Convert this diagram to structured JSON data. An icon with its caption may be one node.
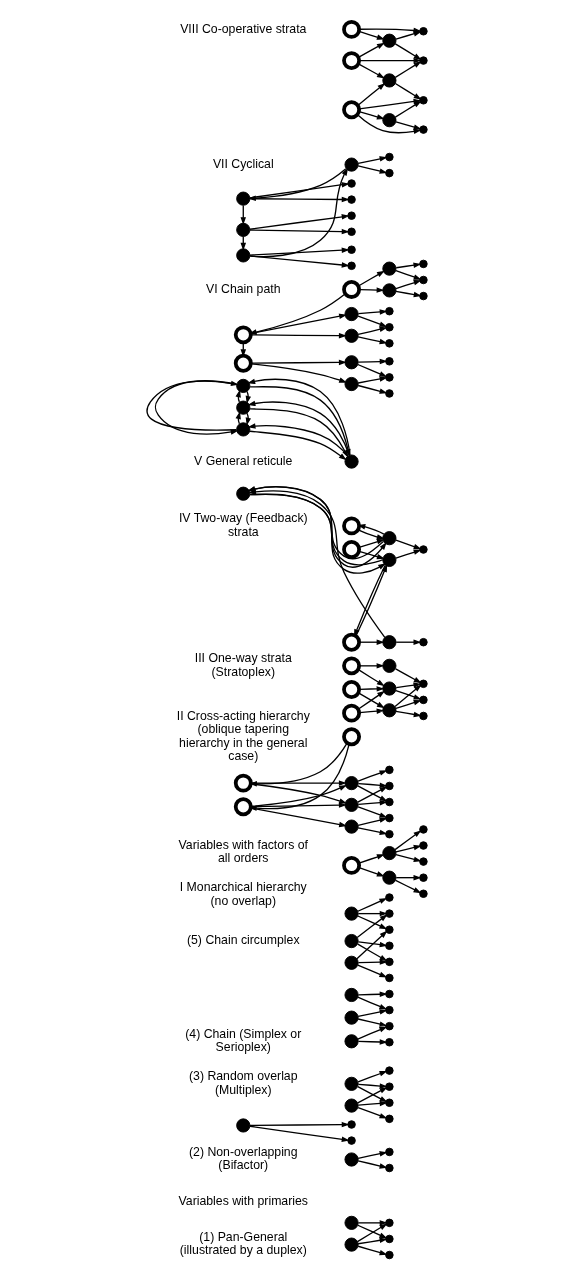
{
  "diagram": {
    "nodes": [
      {
        "text": [],
        "shape": "circle"
      },
      {
        "text": [],
        "shape": "circle"
      },
      {
        "text": [],
        "shape": "circle"
      },
      {
        "text": [],
        "shape": "circle"
      },
      {
        "text": [],
        "shape": "circle"
      },
      {
        "text": [],
        "shape": "circle"
      },
      {
        "text": [],
        "shape": "circle"
      },
      {
        "text": [],
        "shape": "circle"
      },
      {
        "text": [],
        "shape": "circle"
      },
      {
        "text": [],
        "shape": "circle"
      },
      {
        "text": [],
        "shape": "circle"
      },
      {
        "text": [],
        "shape": "circle"
      },
      {
        "text": [],
        "shape": "circle"
      },
      {
        "text": [],
        "shape": "circle"
      },
      {
        "text": [],
        "shape": "circle"
      },
      {
        "text": [],
        "shape": "circle"
      },
      {
        "text": [],
        "shape": "circle"
      },
      {
        "text": [],
        "shape": "circle"
      },
      {
        "text": [],
        "shape": "circle"
      },
      {
        "text": [],
        "shape": "circle"
      },
      {
        "text": [],
        "shape": "circle"
      },
      {
        "text": [],
        "shape": "circle"
      },
      {
        "text": [],
        "shape": "circle"
      },
      {
        "text": [],
        "shape": "circle"
      },
      {
        "text": [],
        "shape": "circle"
      },
      {
        "text": [],
        "shape": "circle"
      },
      {
        "text": [],
        "shape": "circle"
      },
      {
        "text": [],
        "shape": "circle"
      },
      {
        "text": [],
        "shape": "circle"
      },
      {
        "text": [],
        "shape": "circle"
      },
      {
        "text": [],
        "shape": "circle"
      },
      {
        "text": [],
        "shape": "circle"
      },
      {
        "text": [],
        "shape": "circle"
      },
      {
        "text": [],
        "shape": "ring"
      },
      {
        "text": [],
        "shape": "circle"
      },
      {
        "text": [],
        "shape": "circle"
      },
      {
        "text": [],
        "shape": "circle"
      },
      {
        "text": [],
        "shape": "circle"
      },
      {
        "text": [],
        "shape": "circle"
      },
      {
        "text": [],
        "shape": "circle"
      },
      {
        "text": [],
        "shape": "circle"
      },
      {
        "text": [],
        "shape": "ring"
      },
      {
        "text": [],
        "shape": "ring"
      },
      {
        "text": [],
        "shape": "ring"
      },
      {
        "text": [],
        "shape": "circle"
      },
      {
        "text": [],
        "shape": "circle"
      },
      {
        "text": [],
        "shape": "circle"
      },
      {
        "text": [],
        "shape": "circle"
      },
      {
        "text": [],
        "shape": "circle"
      },
      {
        "text": [],
        "shape": "circle"
      },
      {
        "text": [],
        "shape": "circle"
      },
      {
        "text": [],
        "shape": "circle"
      },
      {
        "text": [],
        "shape": "ring"
      },
      {
        "text": [],
        "shape": "ring"
      },
      {
        "text": [],
        "shape": "ring"
      },
      {
        "text": [],
        "shape": "circle"
      },
      {
        "text": [],
        "shape": "circle"
      },
      {
        "text": [],
        "shape": "circle"
      },
      {
        "text": [],
        "shape": "circle"
      },
      {
        "text": [],
        "shape": "circle"
      },
      {
        "text": [],
        "shape": "circle"
      },
      {
        "text": [],
        "shape": "ring"
      },
      {
        "text": [],
        "shape": "ring"
      },
      {
        "text": [],
        "shape": "ring"
      },
      {
        "text": [],
        "shape": "circle"
      },
      {
        "text": [],
        "shape": "circle"
      },
      {
        "text": [],
        "shape": "circle"
      },
      {
        "text": [],
        "shape": "circle"
      },
      {
        "text": [],
        "shape": "circle"
      },
      {
        "text": [],
        "shape": "circle"
      },
      {
        "text": [],
        "shape": "circle"
      },
      {
        "text": [],
        "shape": "circle"
      },
      {
        "text": [],
        "shape": "circle"
      },
      {
        "text": [],
        "shape": "circle"
      },
      {
        "text": [],
        "shape": "ring"
      },
      {
        "text": [],
        "shape": "ring"
      },
      {
        "text": [],
        "shape": "ring"
      },
      {
        "text": [],
        "shape": "circle"
      },
      {
        "text": [],
        "shape": "circle"
      },
      {
        "text": [],
        "shape": "circle"
      },
      {
        "text": [],
        "shape": "circle"
      },
      {
        "text": [],
        "shape": "circle"
      },
      {
        "text": [],
        "shape": "circle"
      },
      {
        "text": [],
        "shape": "circle"
      },
      {
        "text": [],
        "shape": "circle"
      },
      {
        "text": [],
        "shape": "circle"
      },
      {
        "text": [],
        "shape": "circle"
      },
      {
        "text": [],
        "shape": "circle"
      },
      {
        "text": [],
        "shape": "circle"
      },
      {
        "text": [],
        "shape": "circle"
      },
      {
        "text": [],
        "shape": "circle"
      },
      {
        "text": [],
        "shape": "circle"
      },
      {
        "text": [],
        "shape": "circle"
      },
      {
        "text": [],
        "shape": "circle"
      },
      {
        "text": [],
        "shape": "circle"
      },
      {
        "text": [],
        "shape": "circle"
      },
      {
        "text": [],
        "shape": "circle"
      },
      {
        "text": [],
        "shape": "circle"
      },
      {
        "text": [],
        "shape": "circle"
      },
      {
        "text": [],
        "shape": "circle"
      },
      {
        "text": [],
        "shape": "circle"
      },
      {
        "text": [],
        "shape": "circle"
      },
      {
        "text": [],
        "shape": "circle"
      },
      {
        "text": [],
        "shape": "circle"
      },
      {
        "text": [],
        "shape": "ring"
      },
      {
        "text": [],
        "shape": "ring"
      },
      {
        "text": [],
        "shape": "ring"
      },
      {
        "text": [],
        "shape": "circle"
      },
      {
        "text": [],
        "shape": "circle"
      },
      {
        "text": [],
        "shape": "circle"
      },
      {
        "text": [],
        "shape": "circle"
      },
      {
        "text": [],
        "shape": "circle"
      },
      {
        "text": [],
        "shape": "circle"
      },
      {
        "text": [],
        "shape": "circle"
      }
    ],
    "edges": [
      {
        "from": 0,
        "to": 2,
        "arrow": "to"
      },
      {
        "from": 0,
        "to": 3,
        "arrow": "to"
      },
      {
        "from": 1,
        "to": 2,
        "arrow": "to"
      },
      {
        "from": 1,
        "to": 3,
        "arrow": "to"
      },
      {
        "from": 1,
        "to": 4,
        "arrow": "to"
      },
      {
        "from": 5,
        "to": 7,
        "arrow": "to"
      },
      {
        "from": 5,
        "to": 8,
        "arrow": "to"
      },
      {
        "from": 6,
        "to": 9,
        "arrow": "to"
      },
      {
        "from": 6,
        "to": 10,
        "arrow": "to"
      },
      {
        "from": 11,
        "to": 13,
        "arrow": "to"
      },
      {
        "from": 11,
        "to": 14,
        "arrow": "to"
      },
      {
        "from": 11,
        "to": 15,
        "arrow": "to"
      },
      {
        "from": 12,
        "to": 14,
        "arrow": "to"
      },
      {
        "from": 12,
        "to": 15,
        "arrow": "to"
      },
      {
        "from": 12,
        "to": 16,
        "arrow": "to"
      },
      {
        "from": 17,
        "to": 20,
        "arrow": "to"
      },
      {
        "from": 17,
        "to": 21,
        "arrow": "to"
      },
      {
        "from": 18,
        "to": 21,
        "arrow": "to"
      },
      {
        "from": 18,
        "to": 22,
        "arrow": "to"
      },
      {
        "from": 19,
        "to": 22,
        "arrow": "to"
      },
      {
        "from": 19,
        "to": 23,
        "arrow": "to"
      },
      {
        "from": 24,
        "to": 28,
        "arrow": "to"
      },
      {
        "from": 24,
        "to": 29,
        "arrow": "to"
      },
      {
        "from": 24,
        "to": 27,
        "arrow": "to"
      },
      {
        "from": 26,
        "to": 29,
        "arrow": "to"
      },
      {
        "from": 26,
        "to": 32,
        "arrow": "to"
      },
      {
        "from": 26,
        "to": 31,
        "arrow": "to"
      },
      {
        "from": 25,
        "to": 31,
        "arrow": "to"
      },
      {
        "from": 25,
        "to": 30,
        "arrow": "to"
      },
      {
        "from": 25,
        "to": 27,
        "arrow": "to"
      },
      {
        "from": 33,
        "to": 34,
        "arrow": "to"
      },
      {
        "from": 33,
        "to": 35,
        "arrow": "to"
      },
      {
        "from": 34,
        "to": 36,
        "arrow": "to"
      },
      {
        "from": 34,
        "to": 37,
        "arrow": "to"
      },
      {
        "from": 34,
        "to": 38,
        "arrow": "to"
      },
      {
        "from": 35,
        "to": 39,
        "arrow": "to"
      },
      {
        "from": 35,
        "to": 40,
        "arrow": "to"
      },
      {
        "from": 41,
        "to": 42,
        "arrow": "to"
      },
      {
        "from": 41,
        "to": 43,
        "arrow": "to"
      },
      {
        "from": 43,
        "to": 46,
        "arrow": "to"
      },
      {
        "from": 43,
        "to": 45,
        "arrow": "to"
      },
      {
        "from": 43,
        "to": 44,
        "arrow": "to"
      },
      {
        "from": 42,
        "to": 45,
        "arrow": "to"
      },
      {
        "from": 42,
        "to": 44,
        "arrow": "to"
      },
      {
        "from": 46,
        "to": 51,
        "arrow": "to"
      },
      {
        "from": 46,
        "to": 50,
        "arrow": "to"
      },
      {
        "from": 45,
        "to": 50,
        "arrow": "to"
      },
      {
        "from": 45,
        "to": 49,
        "arrow": "to"
      },
      {
        "from": 45,
        "to": 48,
        "arrow": "to"
      },
      {
        "from": 44,
        "to": 49,
        "arrow": "to"
      },
      {
        "from": 44,
        "to": 48,
        "arrow": "to"
      },
      {
        "from": 44,
        "to": 47,
        "arrow": "to"
      },
      {
        "from": 52,
        "to": 55,
        "arrow": "to"
      },
      {
        "from": 53,
        "to": 56,
        "arrow": "to"
      },
      {
        "from": 54,
        "to": 57,
        "arrow": "to"
      },
      {
        "from": 52,
        "to": 56,
        "arrow": "to"
      },
      {
        "from": 53,
        "to": 57,
        "arrow": "to"
      },
      {
        "from": 54,
        "to": 56,
        "arrow": "to"
      },
      {
        "from": 55,
        "to": 58,
        "arrow": "to"
      },
      {
        "from": 56,
        "to": 59,
        "arrow": "to"
      },
      {
        "from": 56,
        "to": 58,
        "arrow": "to"
      },
      {
        "from": 57,
        "to": 60,
        "arrow": "to"
      },
      {
        "from": 57,
        "to": 59,
        "arrow": "to"
      },
      {
        "from": 57,
        "to": 58,
        "arrow": "to"
      },
      {
        "from": 61,
        "to": 64,
        "arrow": "to"
      },
      {
        "from": 64,
        "to": 61,
        "arrow": "to"
      },
      {
        "from": 62,
        "to": 65,
        "arrow": "to"
      },
      {
        "from": 63,
        "to": 66,
        "arrow": "to"
      },
      {
        "from": 63,
        "to": 65,
        "arrow": "to"
      },
      {
        "from": 65,
        "to": 63,
        "arrow": "to"
      },
      {
        "from": 62,
        "to": 64,
        "arrow": "to"
      },
      {
        "from": 66,
        "to": 69,
        "arrow": "to"
      },
      {
        "from": 66,
        "to": 68,
        "arrow": "to"
      },
      {
        "from": 65,
        "to": 68,
        "arrow": "to"
      },
      {
        "from": 68,
        "to": 65,
        "arrow": "to"
      },
      {
        "from": 65,
        "to": 67,
        "arrow": "to"
      },
      {
        "from": 64,
        "to": 67,
        "arrow": "to"
      },
      {
        "from": 64,
        "to": 68,
        "arrow": "to"
      },
      {
        "from": 68,
        "to": 64,
        "arrow": "to"
      },
      {
        "from": 70,
        "to": 71,
        "arrow": "to"
      },
      {
        "from": 71,
        "to": 70,
        "arrow": "to"
      },
      {
        "from": 70,
        "to": 72,
        "arrow": "to"
      },
      {
        "from": 72,
        "to": 70,
        "arrow": "to"
      },
      {
        "from": 70,
        "to": 73,
        "arrow": "to"
      },
      {
        "from": 73,
        "to": 70,
        "arrow": "to"
      },
      {
        "from": 71,
        "to": 72,
        "arrow": "to"
      },
      {
        "from": 72,
        "to": 71,
        "arrow": "to"
      },
      {
        "from": 71,
        "to": 73,
        "arrow": "to"
      },
      {
        "from": 73,
        "to": 71,
        "arrow": "to"
      },
      {
        "from": 72,
        "to": 73,
        "arrow": "to"
      },
      {
        "from": 73,
        "to": 72,
        "arrow": "to"
      },
      {
        "from": 74,
        "to": 75,
        "arrow": "to"
      },
      {
        "from": 75,
        "to": 76,
        "arrow": "to"
      },
      {
        "from": 74,
        "to": 77,
        "arrow": "to"
      },
      {
        "from": 74,
        "to": 78,
        "arrow": "to"
      },
      {
        "from": 75,
        "to": 79,
        "arrow": "to"
      },
      {
        "from": 75,
        "to": 80,
        "arrow": "to"
      },
      {
        "from": 76,
        "to": 81,
        "arrow": "to"
      },
      {
        "from": 76,
        "to": 82,
        "arrow": "to"
      },
      {
        "from": 77,
        "to": 83,
        "arrow": "to"
      },
      {
        "from": 77,
        "to": 84,
        "arrow": "to"
      },
      {
        "from": 78,
        "to": 84,
        "arrow": "to"
      },
      {
        "from": 78,
        "to": 85,
        "arrow": "to"
      },
      {
        "from": 79,
        "to": 86,
        "arrow": "to"
      },
      {
        "from": 79,
        "to": 87,
        "arrow": "to"
      },
      {
        "from": 80,
        "to": 87,
        "arrow": "to"
      },
      {
        "from": 80,
        "to": 88,
        "arrow": "to"
      },
      {
        "from": 81,
        "to": 89,
        "arrow": "to"
      },
      {
        "from": 81,
        "to": 90,
        "arrow": "to"
      },
      {
        "from": 82,
        "to": 90,
        "arrow": "to"
      },
      {
        "from": 82,
        "to": 91,
        "arrow": "to"
      },
      {
        "from": 95,
        "to": 94,
        "arrow": "to"
      },
      {
        "from": 94,
        "to": 92,
        "arrow": "to"
      },
      {
        "from": 92,
        "to": 93,
        "arrow": "to"
      },
      {
        "from": 93,
        "to": 95,
        "arrow": "to"
      },
      {
        "from": 92,
        "to": 96,
        "arrow": "to"
      },
      {
        "from": 92,
        "to": 97,
        "arrow": "to"
      },
      {
        "from": 93,
        "to": 98,
        "arrow": "to"
      },
      {
        "from": 93,
        "to": 99,
        "arrow": "to"
      },
      {
        "from": 94,
        "to": 100,
        "arrow": "to"
      },
      {
        "from": 94,
        "to": 101,
        "arrow": "to"
      },
      {
        "from": 95,
        "to": 102,
        "arrow": "to"
      },
      {
        "from": 95,
        "to": 103,
        "arrow": "to"
      },
      {
        "from": 106,
        "to": 109,
        "arrow": "to"
      },
      {
        "from": 106,
        "to": 113,
        "arrow": "to"
      },
      {
        "from": 106,
        "to": 112,
        "arrow": "to"
      },
      {
        "from": 106,
        "to": 108,
        "arrow": "to"
      },
      {
        "from": 109,
        "to": 113,
        "arrow": "to"
      },
      {
        "from": 109,
        "to": 112,
        "arrow": "to"
      },
      {
        "from": 105,
        "to": 108,
        "arrow": "to"
      },
      {
        "from": 105,
        "to": 111,
        "arrow": "to"
      },
      {
        "from": 105,
        "to": 107,
        "arrow": "to"
      },
      {
        "from": 108,
        "to": 112,
        "arrow": "to"
      },
      {
        "from": 108,
        "to": 111,
        "arrow": "to"
      },
      {
        "from": 104,
        "to": 107,
        "arrow": "to"
      },
      {
        "from": 104,
        "to": 110,
        "arrow": "to"
      },
      {
        "from": 107,
        "to": 111,
        "arrow": "to"
      },
      {
        "from": 107,
        "to": 110,
        "arrow": "to"
      }
    ],
    "labels": [
      "Variables with primaries",
      "(1) Pan-General (illustrated by a duplex)",
      "(2) Non-overlapping (Bifactor)",
      "(3) Random overlap (Multiplex)",
      "(4) Chain (Simplex or Serioplex)",
      "(5) Chain circumplex",
      "Variables with factors of all orders",
      "I Monarchical hierarchy (no overlap)",
      "II Cross-acting hierarchy (oblique tapering hierarchy in the general case)",
      "III One-way strata (Stratoplex)",
      "IV Two-way (Feedback) strata",
      "V General reticule",
      "VI Chain path",
      "VII Cyclical",
      "VIII Co-operative strata"
    ]
  }
}
